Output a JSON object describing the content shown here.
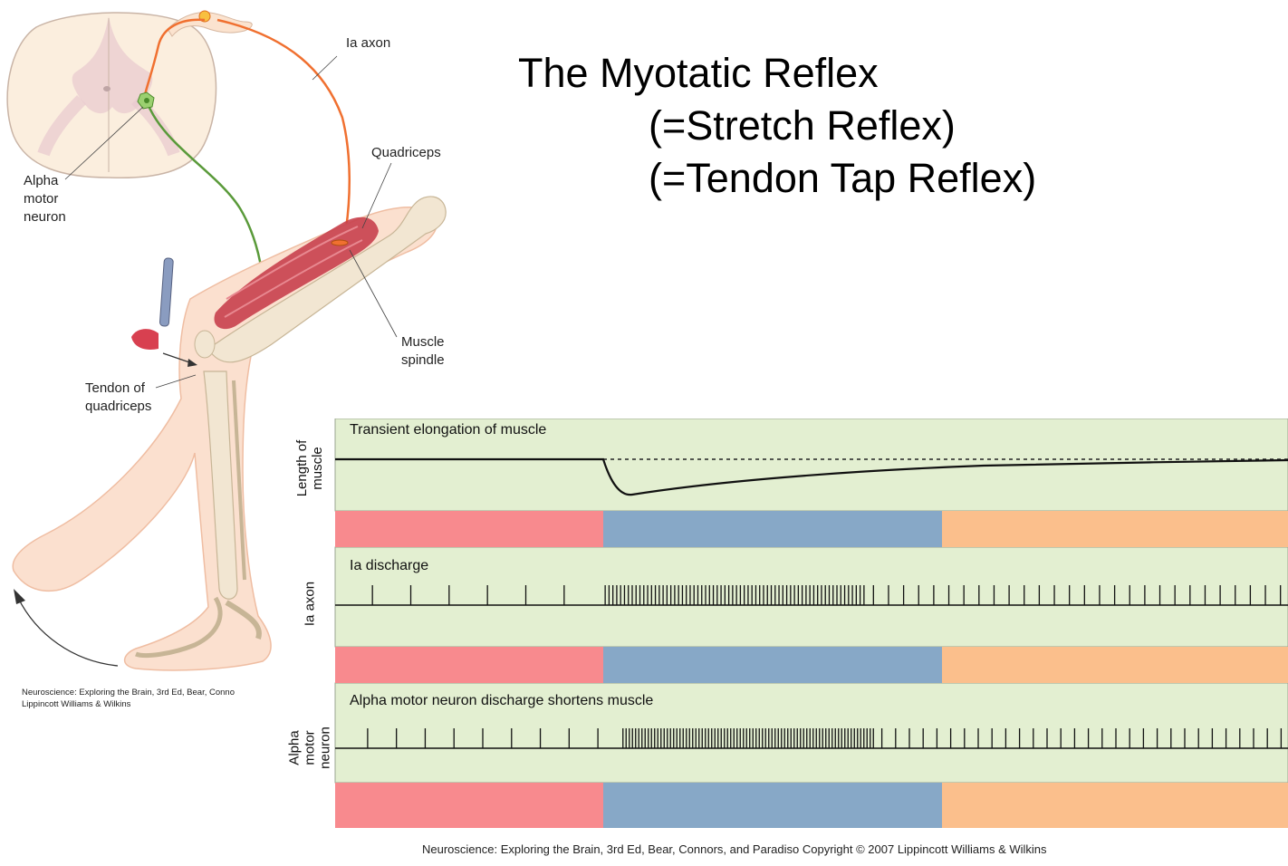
{
  "title": {
    "line1": "The Myotatic Reflex",
    "line2": "(=Stretch Reflex)",
    "line3": "(=Tendon Tap Reflex)"
  },
  "illustration": {
    "labels": {
      "ia_axon": "Ia axon",
      "quadriceps": "Quadriceps",
      "alpha_motor_neuron": [
        "Alpha",
        "motor",
        "neuron"
      ],
      "muscle_spindle": [
        "Muscle",
        "spindle"
      ],
      "tendon": [
        "Tendon of",
        "quadriceps"
      ]
    },
    "credit_line1": "Neuroscience: Exploring the Brain, 3rd Ed, Bear, Conno",
    "credit_line2": "Lippincott Williams & Wilkins",
    "colors": {
      "ia_axon": "#f07030",
      "motor_axon": "#5a9a3a",
      "muscle": "#c8404c",
      "skin": "#fbe0cf"
    }
  },
  "graph": {
    "panels": [
      {
        "ylabel_line1": "Length of",
        "ylabel_line2": "muscle",
        "title": "Transient elongation of muscle"
      },
      {
        "ylabel_line1": "Ia axon",
        "ylabel_line2": "",
        "title": "Ia discharge"
      },
      {
        "ylabel_line1": "Alpha motor",
        "ylabel_line2": "neuron",
        "title": "Alpha motor neuron discharge shortens muscle"
      }
    ],
    "phase_colors": [
      "#f88a8e",
      "#87a8c7",
      "#fbbf8c"
    ],
    "panel_bg": "#e3efd1",
    "ia_spike_density": {
      "baseline": 6,
      "stretch": 68,
      "recovery": 28
    },
    "motor_spike_density": {
      "baseline": 9,
      "stretch": 80,
      "recovery": 30
    }
  },
  "credit": "Neuroscience: Exploring the Brain, 3rd Ed, Bear, Connors, and Paradiso Copyright © 2007 Lippincott Williams & Wilkins"
}
